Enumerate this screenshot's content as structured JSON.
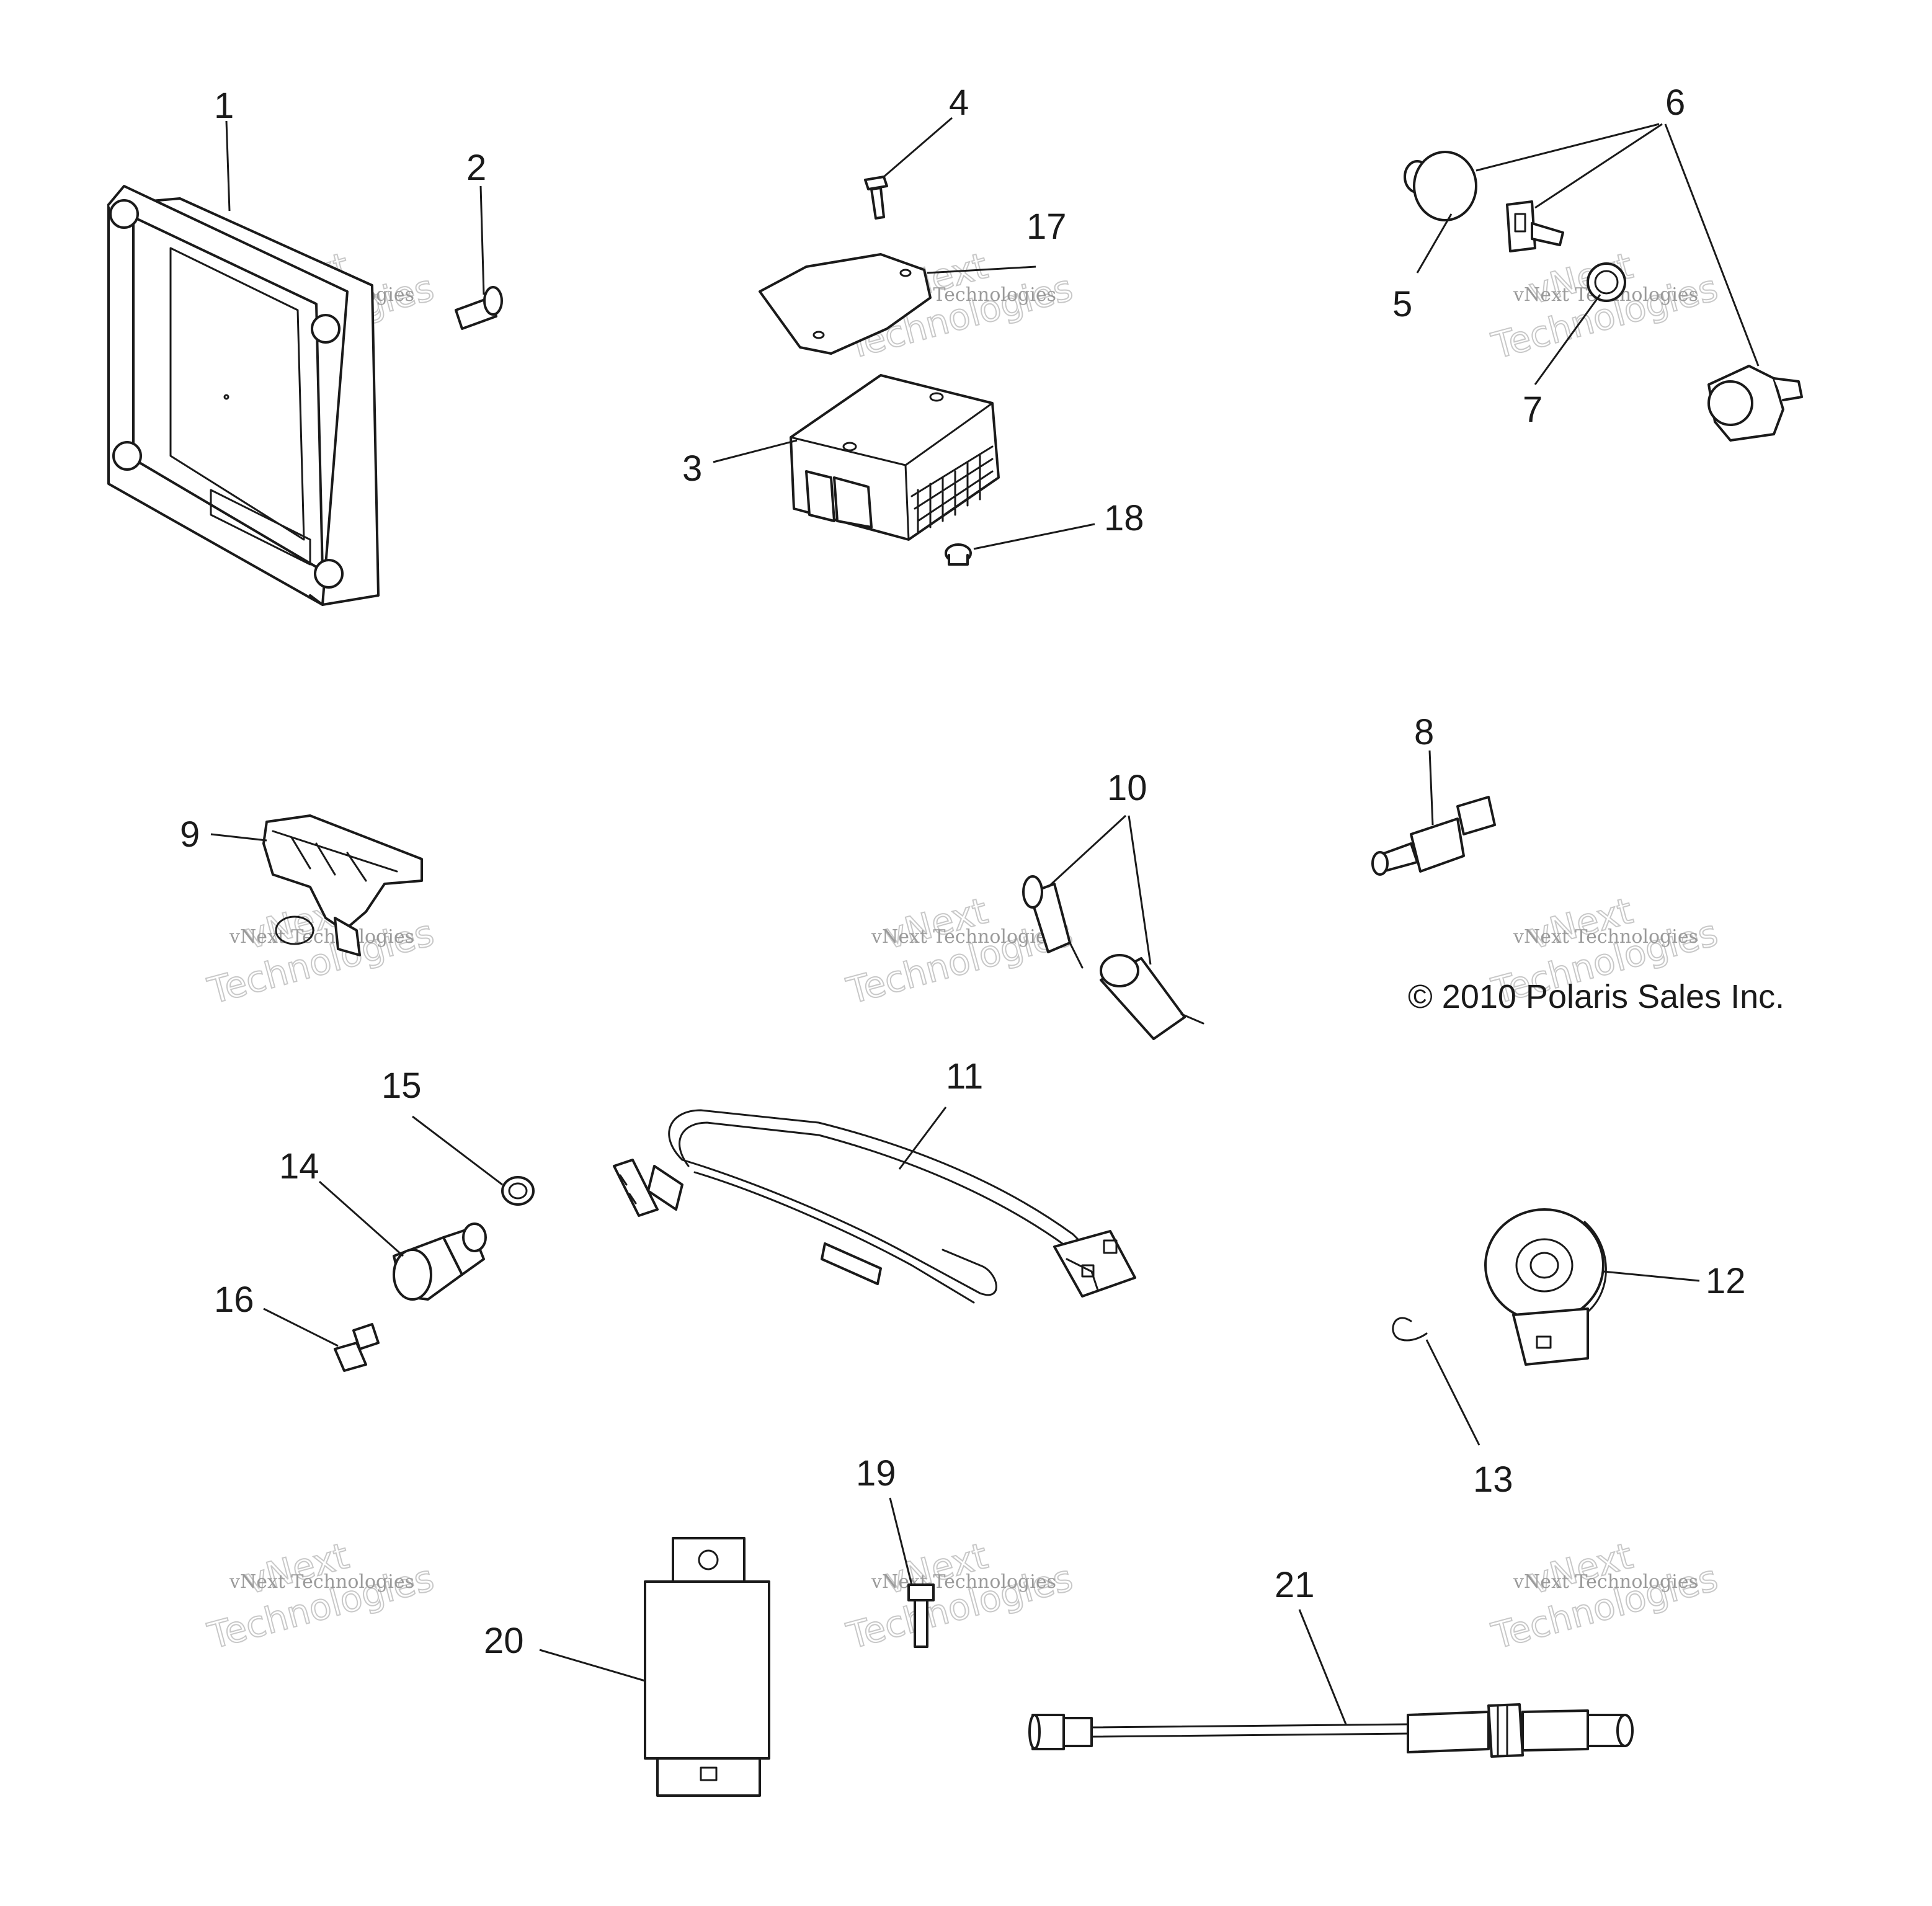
{
  "callouts": {
    "c1": "1",
    "c2": "2",
    "c3": "3",
    "c4": "4",
    "c5": "5",
    "c6": "6",
    "c7": "7",
    "c8": "8",
    "c9": "9",
    "c10": "10",
    "c11": "11",
    "c12": "12",
    "c13": "13",
    "c14": "14",
    "c15": "15",
    "c16": "16",
    "c17": "17",
    "c18": "18",
    "c19": "19",
    "c20": "20",
    "c21": "21"
  },
  "copyright": "© 2010 Polaris Sales Inc.",
  "watermark": {
    "line1": "vNext",
    "line2": "vNext Technologies",
    "line3": "Technologies"
  }
}
